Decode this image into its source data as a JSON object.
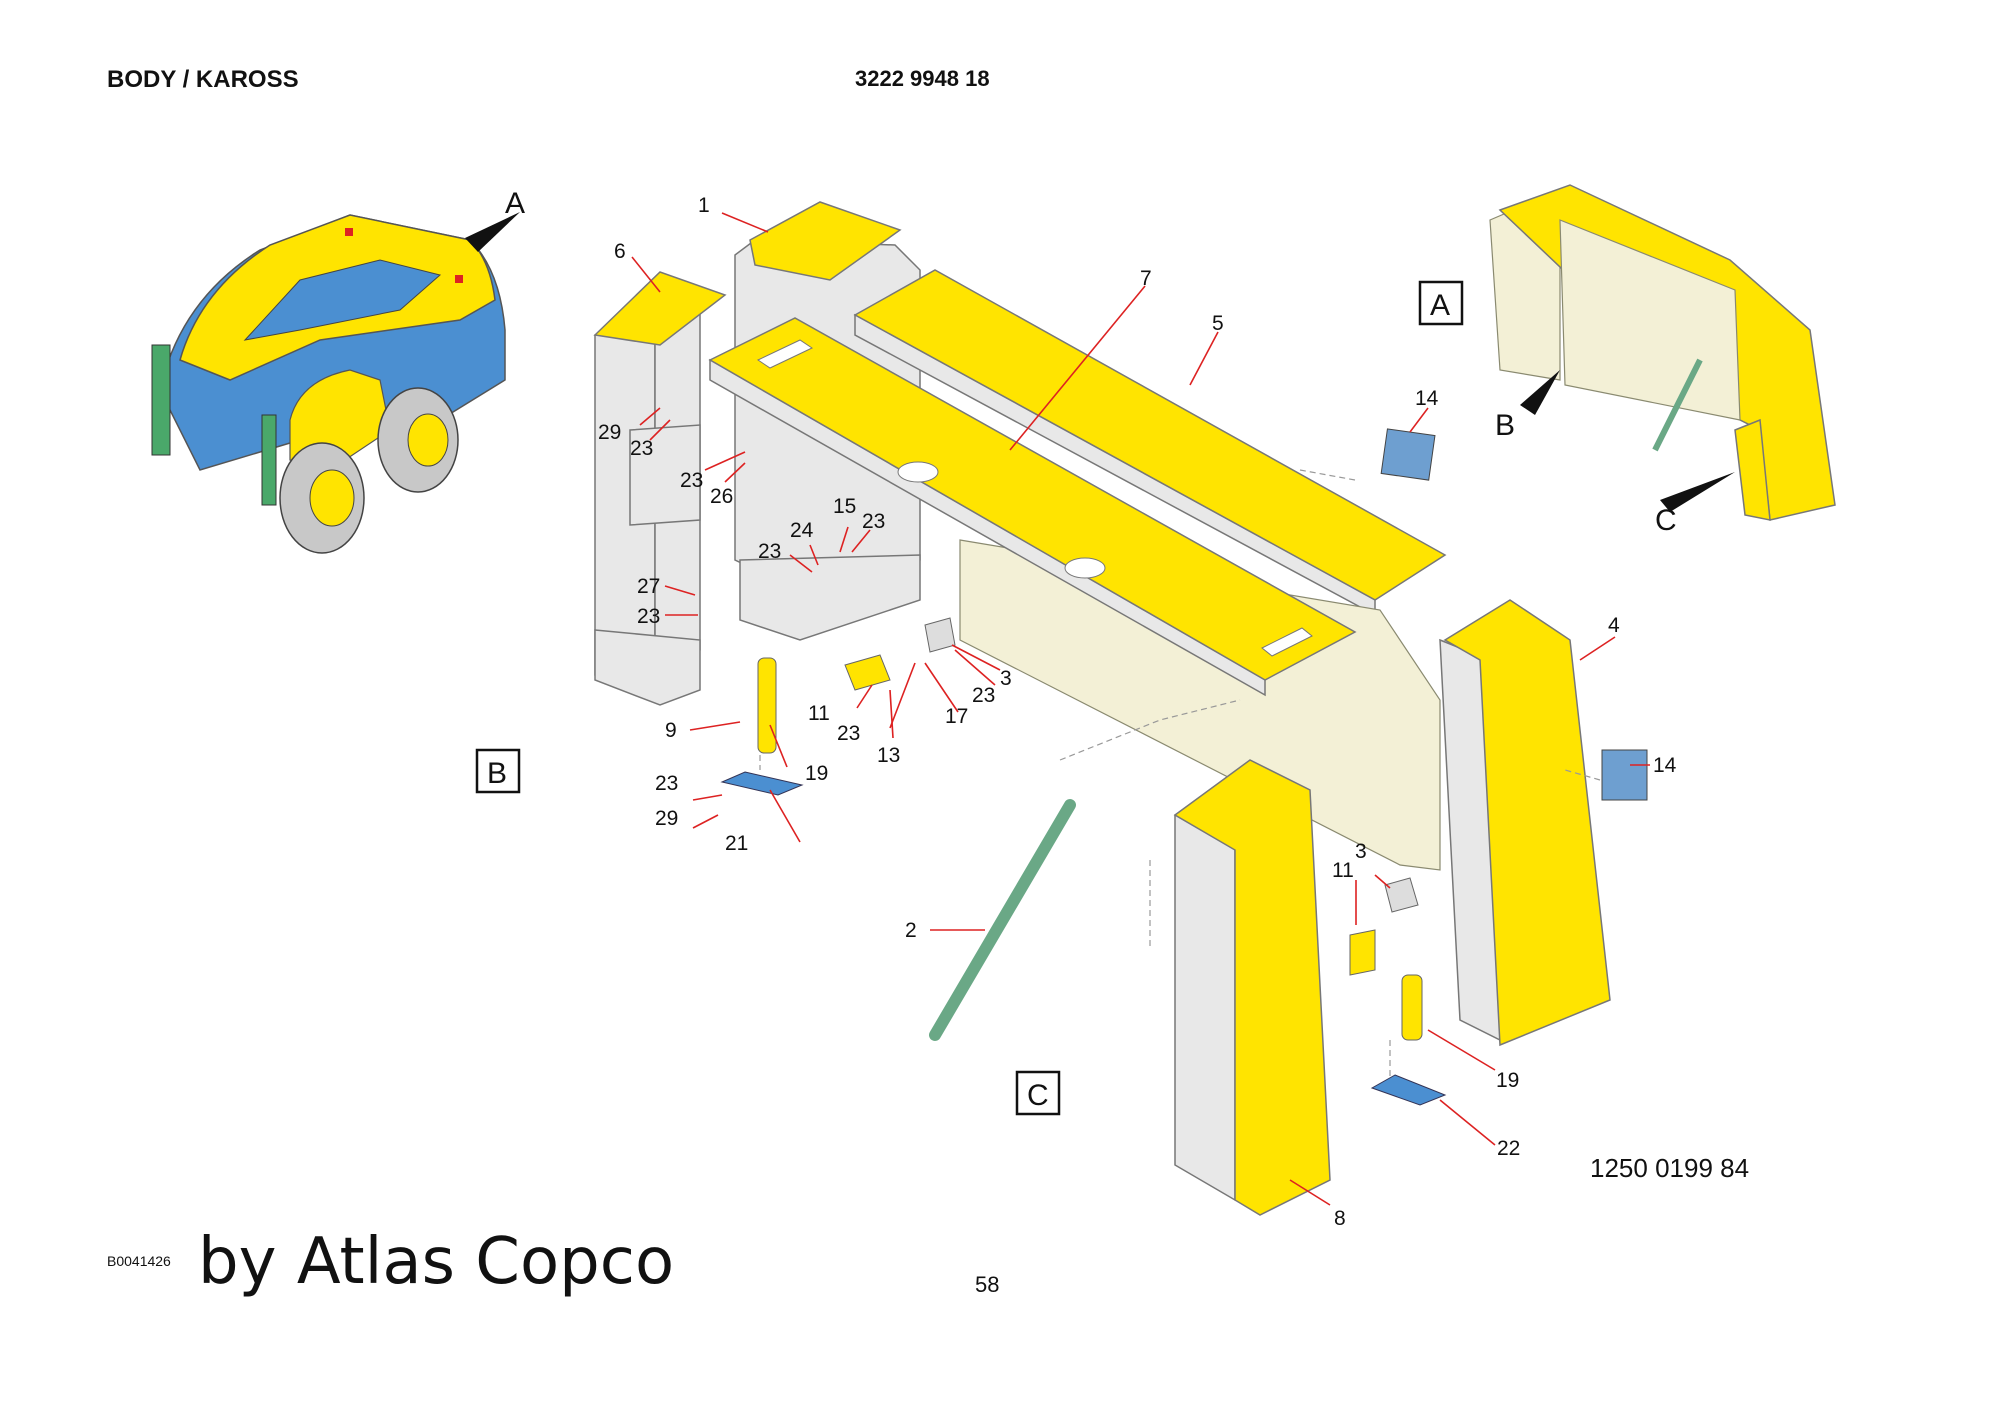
{
  "header": {
    "title": "BODY / KAROSS",
    "part_number": "3222 9948 18"
  },
  "detail_labels": {
    "A": "A",
    "B": "B",
    "C": "C"
  },
  "callouts": [
    {
      "id": "c1",
      "label": "1"
    },
    {
      "id": "c6",
      "label": "6"
    },
    {
      "id": "c7",
      "label": "7"
    },
    {
      "id": "c5",
      "label": "5"
    },
    {
      "id": "c29a",
      "label": "29"
    },
    {
      "id": "c23a",
      "label": "23"
    },
    {
      "id": "c23b",
      "label": "23"
    },
    {
      "id": "c26",
      "label": "26"
    },
    {
      "id": "c15",
      "label": "15"
    },
    {
      "id": "c24",
      "label": "24"
    },
    {
      "id": "c23c",
      "label": "23"
    },
    {
      "id": "c23d",
      "label": "23"
    },
    {
      "id": "c27",
      "label": "27"
    },
    {
      "id": "c23e",
      "label": "23"
    },
    {
      "id": "c9",
      "label": "9"
    },
    {
      "id": "c11a",
      "label": "11"
    },
    {
      "id": "c23f",
      "label": "23"
    },
    {
      "id": "c13",
      "label": "13"
    },
    {
      "id": "c17",
      "label": "17"
    },
    {
      "id": "c23g",
      "label": "23"
    },
    {
      "id": "c3a",
      "label": "3"
    },
    {
      "id": "c19a",
      "label": "19"
    },
    {
      "id": "c23h",
      "label": "23"
    },
    {
      "id": "c29b",
      "label": "29"
    },
    {
      "id": "c21",
      "label": "21"
    },
    {
      "id": "c14a",
      "label": "14"
    },
    {
      "id": "c4",
      "label": "4"
    },
    {
      "id": "c14b",
      "label": "14"
    },
    {
      "id": "c2",
      "label": "2"
    },
    {
      "id": "c11b",
      "label": "11"
    },
    {
      "id": "c3b",
      "label": "3"
    },
    {
      "id": "c19b",
      "label": "19"
    },
    {
      "id": "c22",
      "label": "22"
    },
    {
      "id": "c8",
      "label": "8"
    }
  ],
  "drawing_number": "1250 0199 84",
  "footer": {
    "code": "B0041426",
    "brand": "by Atlas Copco",
    "page": "58"
  },
  "colors": {
    "body_yellow": "#ffe400",
    "frame_grey": "#e8e8e8",
    "strut_green": "#6aa886",
    "plate_blue": "#4b8fd1",
    "leader_red": "#d22222"
  }
}
